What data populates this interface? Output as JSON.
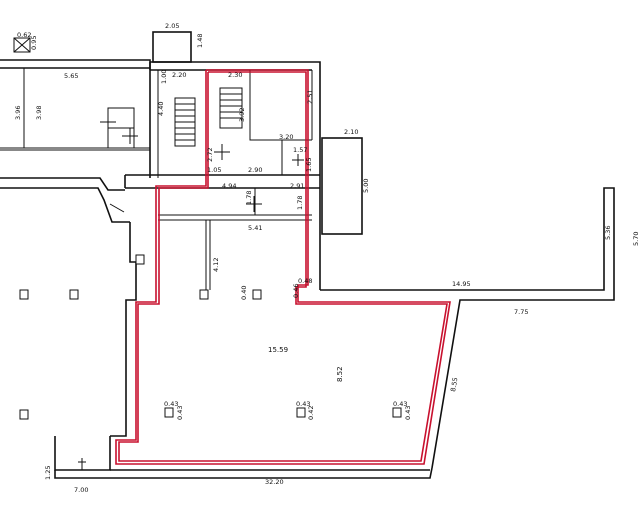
{
  "plan": {
    "colors": {
      "walls": "#111111",
      "highlight": "#c8102e",
      "background": "#ffffff"
    },
    "dimensions": {
      "top_0_62": "0.62",
      "top_0_95": "0.95",
      "top_5_65": "5.65",
      "top_2_05": "2.05",
      "top_1_48": "1.48",
      "top_2_20": "2.20",
      "top_1_00": "1.00",
      "top_2_30": "2.30",
      "top_2_51": "2.51",
      "left_3_96": "3.96",
      "left_3_98": "3.98",
      "stair_4_40": "4.40",
      "mid_3_92": "3.92",
      "mid_3_20": "3.20",
      "mid_2_10": "2.10",
      "mid_1_57": "1.57",
      "mid_2_72": "2.72",
      "mid_1_05": "1.05",
      "mid_2_90": "2.90",
      "mid_1_65": "1.65",
      "mid_4_94": "4.94",
      "mid_2_91": "2.91",
      "mid_5_00": "5.00",
      "mid_1_78a": "1.78",
      "mid_1_78b": "1.78",
      "mid_5_41": "5.41",
      "mid_4_12": "4.12",
      "mid_0_40": "0.40",
      "mid_0_48": "0.48",
      "mid_0_46": "0.46",
      "right_14_95": "14.95",
      "right_5_36": "5.36",
      "right_5_70": "5.70",
      "right_7_75": "7.75",
      "hall_15_59": "15.59",
      "hall_8_52": "8.52",
      "hall_8_55": "8.55",
      "col1_w": "0.43",
      "col1_h": "0.43",
      "col2_w": "0.43",
      "col2_h": "0.42",
      "col3_w": "0.43",
      "col3_h": "0.43",
      "bottom_1_25": "1.25",
      "bottom_7_00": "7.00",
      "bottom_32_20": "32.20"
    }
  }
}
